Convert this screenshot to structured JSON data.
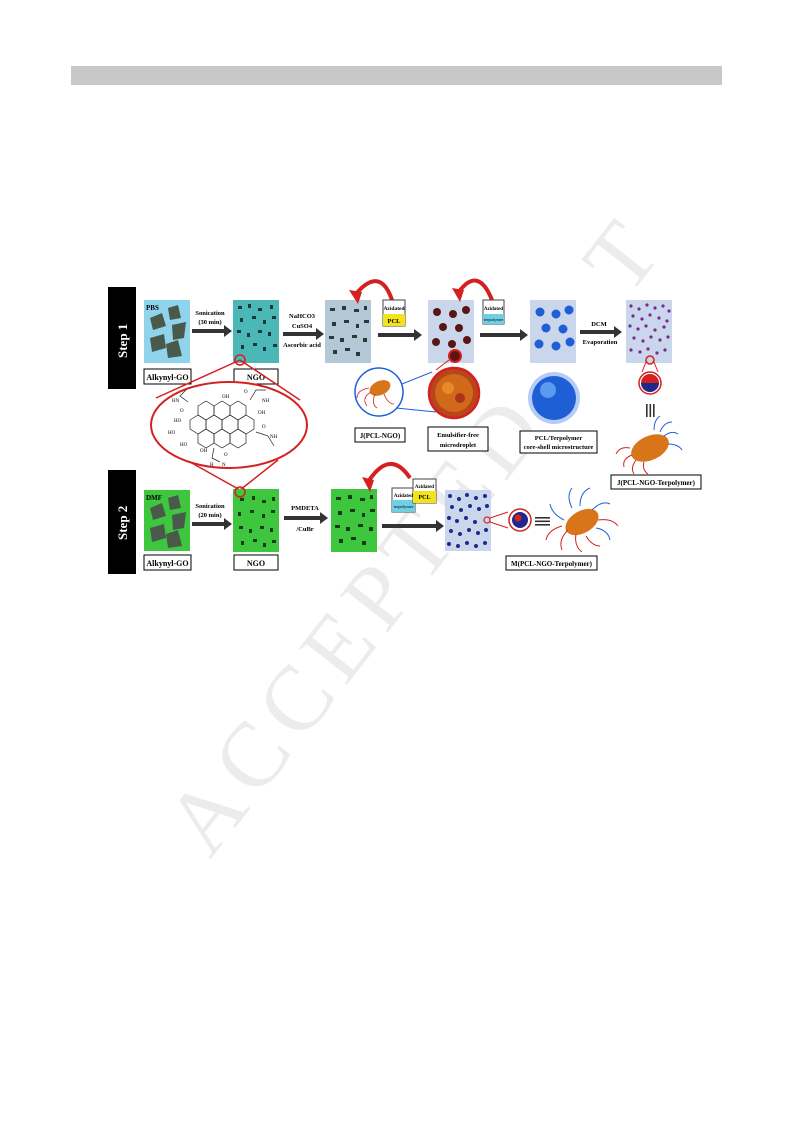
{
  "watermark": {
    "left": "ACCEPTED",
    "right": "T"
  },
  "scheme": {
    "step1": "Step 1",
    "step2": "Step 2",
    "pbs": "PBS",
    "dmf": "DMF",
    "alkynyl_go_1": "Alkynyl-GO",
    "alkynyl_go_2": "Alkynyl-GO",
    "ngo_1": "NGO",
    "ngo_2": "NGO",
    "sonication1_a": "Sonication",
    "sonication1_b": "(30 min)",
    "sonication2_a": "Sonication",
    "sonication2_b": "(20 min)",
    "click1_a": "NaHCO3",
    "click1_b": "CuSO4",
    "click1_c": "Ascorbic acid",
    "click2_a": "PMDETA",
    "click2_b": "/CuBr",
    "dcm_a": "DCM",
    "dcm_b": "Evaporation",
    "beaker_pcl_a": "Azidated",
    "beaker_pcl_b": "PCL",
    "beaker_terp_a": "Azidated",
    "beaker_terp_b": "terpolymer",
    "j_pcl_ngo": "J(PCL-NGO)",
    "emulsifier_a": "Emulsifier-free",
    "emulsifier_b": "microdroplet",
    "coreshell_a": "PCL/Terpolymer",
    "coreshell_b": "core-shell microstructure",
    "j_pcl_ngo_terp": "J(PCL-NGO-Terpolymer)",
    "m_pcl_ngo_terp": "M(PCL-NGO-Terpolymer)",
    "chem": {
      "hn": "HN",
      "oh": "OH",
      "ho": "HO",
      "nh": "NH",
      "o": "O",
      "h": "H",
      "n": "N"
    }
  },
  "colors": {
    "bar": "#c8c8c8",
    "pbs_bg": "#8fd3ec",
    "dmf_bg": "#3ec63e",
    "panel_bg": "#c9d6ec",
    "red": "#d4201f",
    "blue": "#1f5fd6",
    "navy": "#1d2a8c"
  }
}
